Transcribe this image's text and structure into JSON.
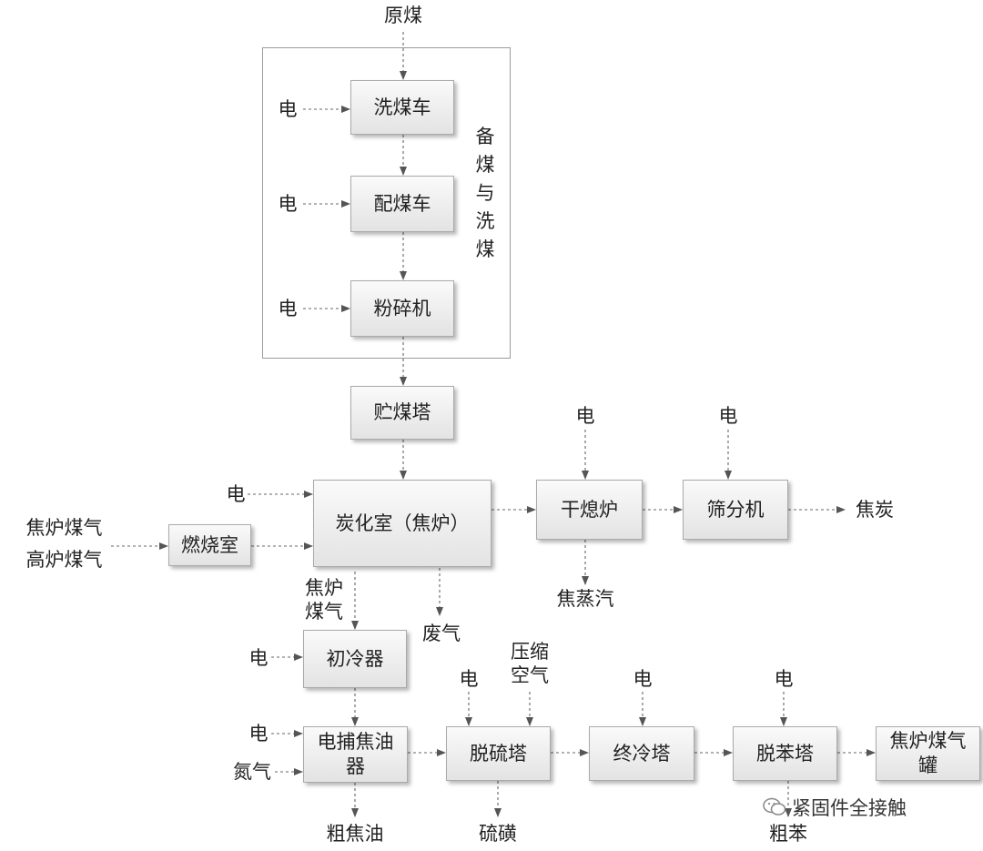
{
  "group": {
    "label_chars": [
      "备",
      "煤",
      "与",
      "洗",
      "煤"
    ]
  },
  "nodes": {
    "wash": "洗煤车",
    "mix": "配煤车",
    "crush": "粉碎机",
    "store": "贮煤塔",
    "carbon": "炭化室（焦炉）",
    "burn": "燃烧室",
    "quench": "干熄炉",
    "screen": "筛分机",
    "cool1": "初冷器",
    "tar_line1": "电捕焦油",
    "tar_line2": "器",
    "desulf": "脱硫塔",
    "final": "终冷塔",
    "benz": "脱苯塔",
    "tank_line1": "焦炉煤气",
    "tank_line2": "罐"
  },
  "labels": {
    "raw_coal": "原煤",
    "elec": "电",
    "coke_gas": "焦炉煤气",
    "blast_gas": "高炉煤气",
    "coke": "焦炭",
    "coke_steam": "焦蒸汽",
    "jiaolu": "焦炉",
    "meiqi": "煤气",
    "waste_gas": "废气",
    "nitrogen": "氮气",
    "crude_tar": "粗焦油",
    "sulfur": "硫磺",
    "compress1": "压缩",
    "compress2": "空气",
    "crude_benz": "粗苯"
  },
  "watermark": {
    "text": "紧固件全接触",
    "icon": "wechat-icon"
  }
}
